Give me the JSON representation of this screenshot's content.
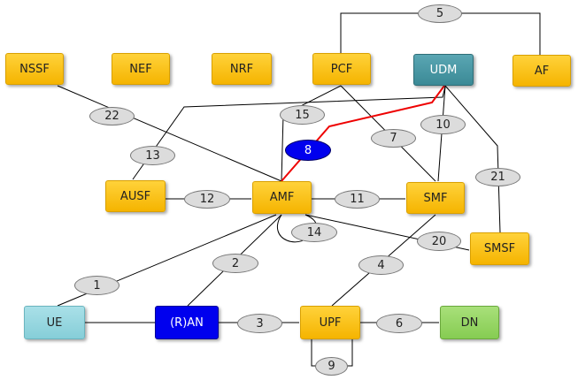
{
  "nodes": {
    "nssf": "NSSF",
    "nef": "NEF",
    "nrf": "NRF",
    "pcf": "PCF",
    "udm": "UDM",
    "af": "AF",
    "ausf": "AUSF",
    "amf": "AMF",
    "smf": "SMF",
    "smsf": "SMSF",
    "ue": "UE",
    "ran": "(R)AN",
    "upf": "UPF",
    "dn": "DN"
  },
  "interfaces": {
    "n1": "1",
    "n2": "2",
    "n3": "3",
    "n4": "4",
    "n5": "5",
    "n6": "6",
    "n7": "7",
    "n8": "8",
    "n9": "9",
    "n10": "10",
    "n11": "11",
    "n12": "12",
    "n13": "13",
    "n14": "14",
    "n15": "15",
    "n20": "20",
    "n21": "21",
    "n22": "22"
  },
  "colors": {
    "function_fill": "#ffc90e",
    "udm_fill": "#4a9aa6",
    "ue_fill": "#96d6df",
    "ran_fill": "#0000ee",
    "dn_fill": "#92d050",
    "label_fill": "#dcdcdc",
    "highlight_label_fill": "#0000ee",
    "highlight_link": "#ee0000"
  }
}
